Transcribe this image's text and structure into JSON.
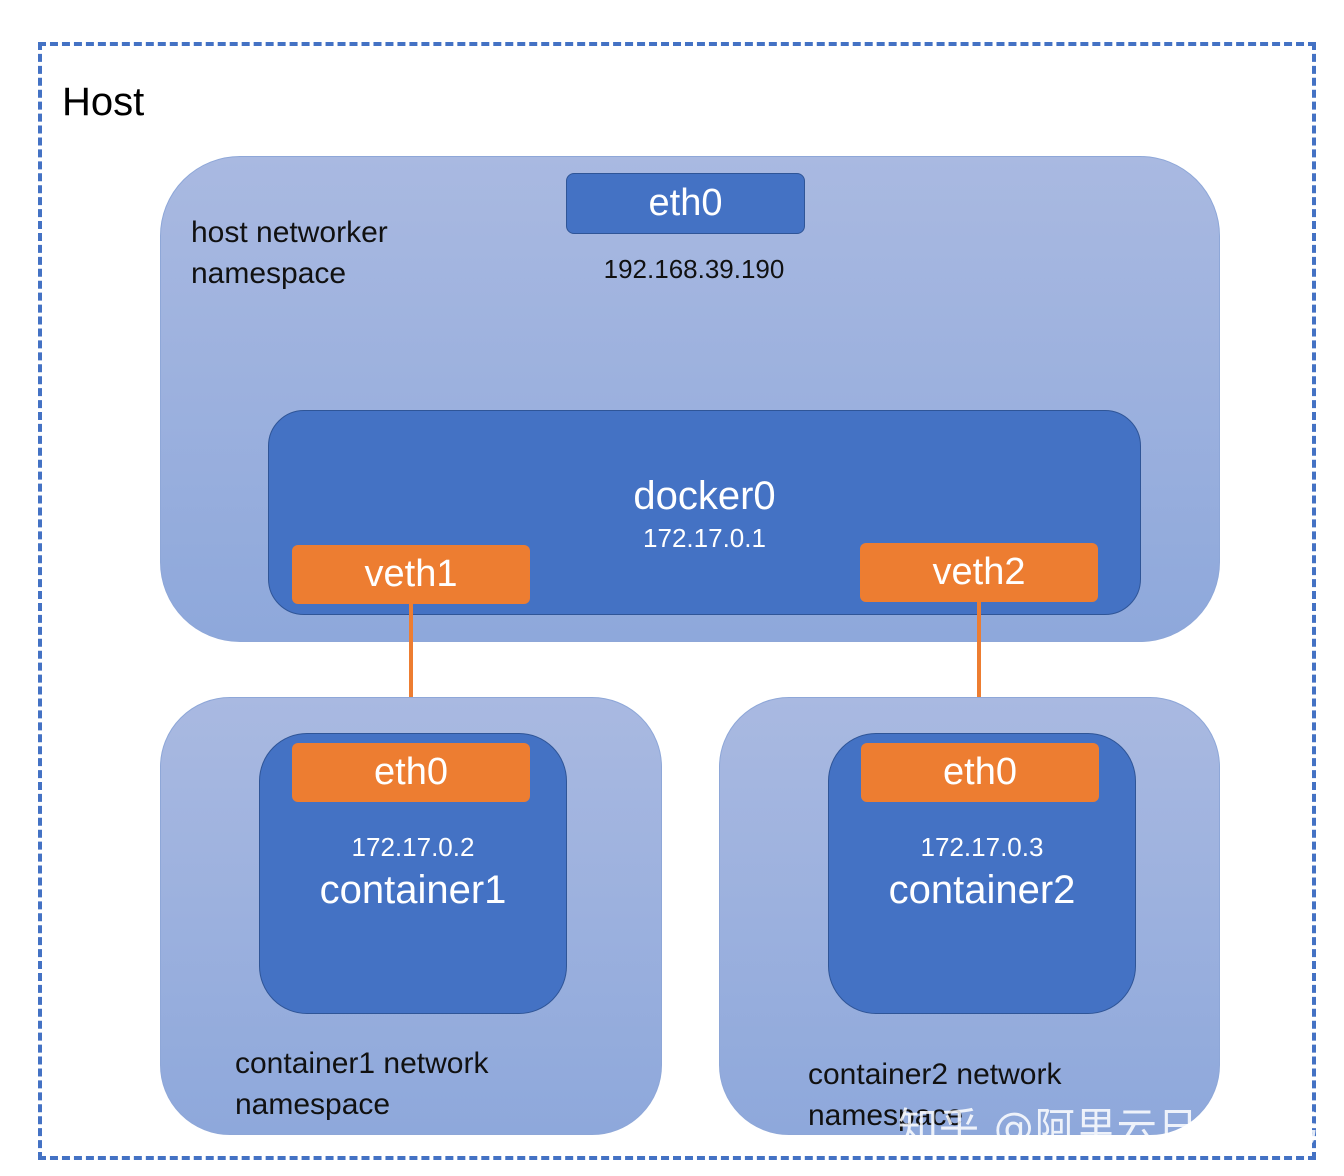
{
  "host": {
    "label": "Host"
  },
  "host_namespace": {
    "label_line1": "host networker",
    "label_line2": "namespace",
    "eth": {
      "label": "eth0",
      "ip": "192.168.39.190"
    },
    "bridge": {
      "label": "docker0",
      "ip": "172.17.0.1"
    },
    "veths": [
      "veth1",
      "veth2"
    ]
  },
  "containers": [
    {
      "name": "container1",
      "eth": "eth0",
      "ip": "172.17.0.2",
      "ns_line1": "container1 network",
      "ns_line2": "namespace"
    },
    {
      "name": "container2",
      "eth": "eth0",
      "ip": "172.17.0.3",
      "ns_line1": "container2 network",
      "ns_line2": "namespace"
    }
  ],
  "watermark": "知乎 @阿里云日志服务",
  "colors": {
    "frame": "#4472c4",
    "namespace": "#a9b9e1",
    "box": "#4472c4",
    "veth": "#ed7d31"
  }
}
